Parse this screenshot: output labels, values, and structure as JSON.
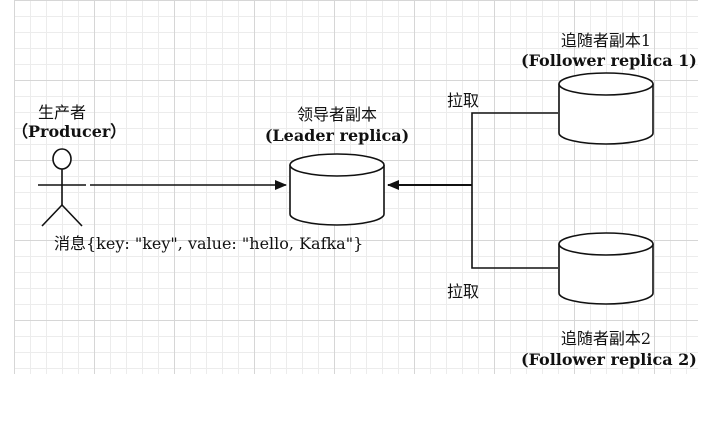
{
  "producer": {
    "label_cn": "生产者",
    "label_en": "（Producer）"
  },
  "message": {
    "text": "消息{key: \"key\", value: \"hello, Kafka\"}"
  },
  "leader": {
    "label_cn": "领导者副本",
    "label_en": "(Leader replica)"
  },
  "follower1": {
    "label_cn": "追随者副本1",
    "label_en": "(Follower replica 1)"
  },
  "follower2": {
    "label_cn": "追随者副本2",
    "label_en": "(Follower replica 2)"
  },
  "pull_label_top": "拉取",
  "pull_label_bottom": "拉取"
}
